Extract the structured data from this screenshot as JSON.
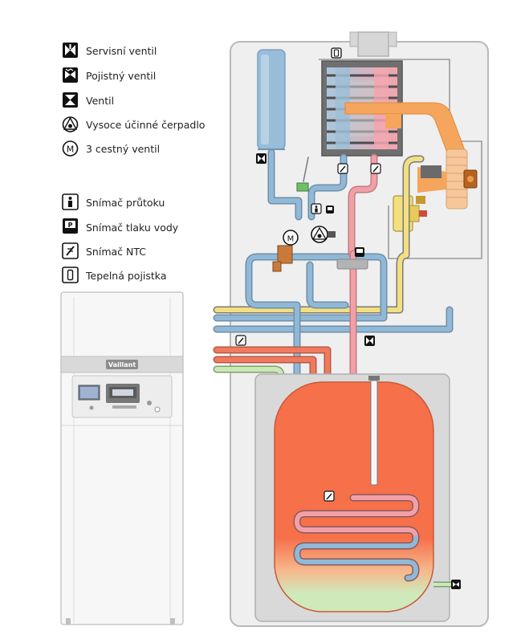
{
  "legend": {
    "items": [
      {
        "icon": "service-valve-icon",
        "label": "Servisní ventil"
      },
      {
        "icon": "safety-valve-icon",
        "label": "Pojistný ventil"
      },
      {
        "icon": "valve-icon",
        "label": "Ventil"
      },
      {
        "icon": "pump-icon",
        "label": "Vysoce účinné čerpadlo"
      },
      {
        "icon": "three-way-valve-icon",
        "label": "3 cestný ventil"
      },
      {
        "icon": "flow-sensor-icon",
        "label": "Snímač průtoku"
      },
      {
        "icon": "pressure-sensor-icon",
        "label": "Snímač tlaku vody"
      },
      {
        "icon": "ntc-sensor-icon",
        "label": "Snímač NTC"
      },
      {
        "icon": "thermal-fuse-icon",
        "label": "Tepelná pojistka"
      }
    ]
  },
  "boiler": {
    "brand": "Vaillant"
  },
  "colors": {
    "hot_water": "#f07a5e",
    "warm_pipe": "#f2a0a8",
    "cold_pipe": "#8fb9d6",
    "gas_pipe": "#f2df80",
    "flue": "#f5a55c",
    "tank_hot": "#f8744e",
    "tank_cold": "#cde8b8",
    "casing": "#eaeaea"
  }
}
